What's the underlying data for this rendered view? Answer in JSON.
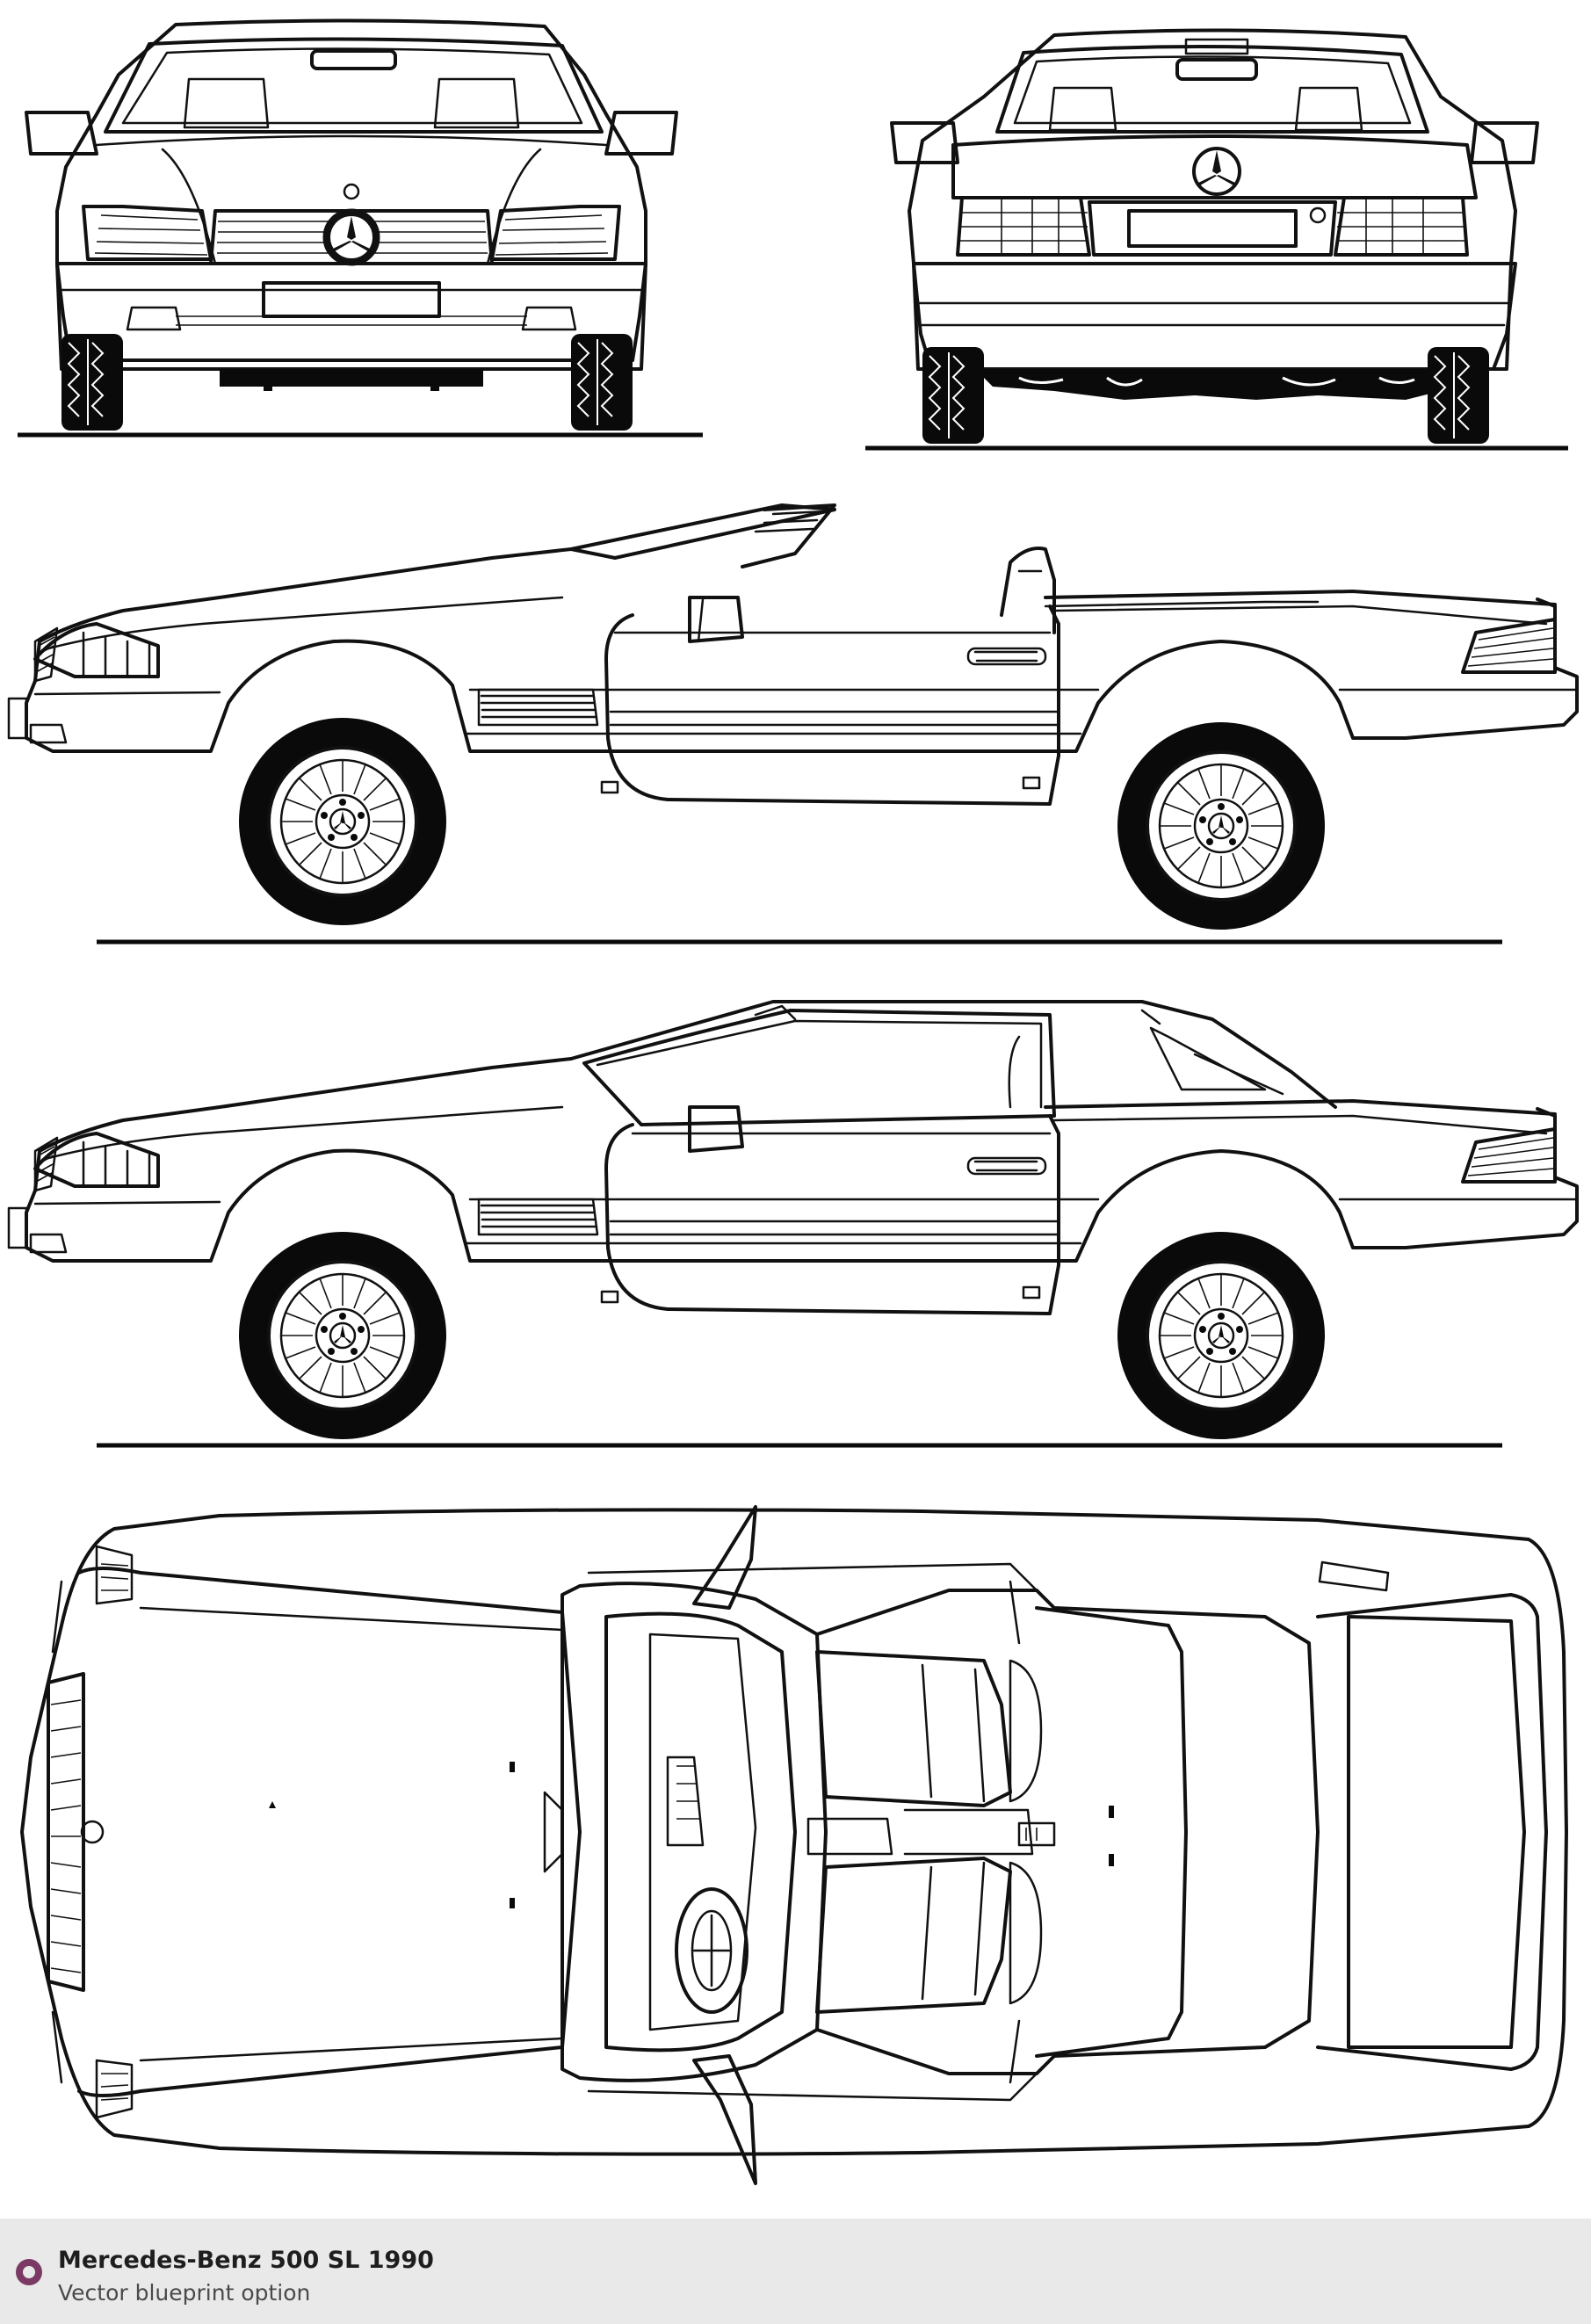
{
  "footer": {
    "title": "Mercedes-Benz 500 SL 1990",
    "subtitle": "Vector blueprint option",
    "accent_color": "#7a3a64"
  },
  "views": [
    "front",
    "rear",
    "side-convertible",
    "side-hardtop",
    "top"
  ]
}
